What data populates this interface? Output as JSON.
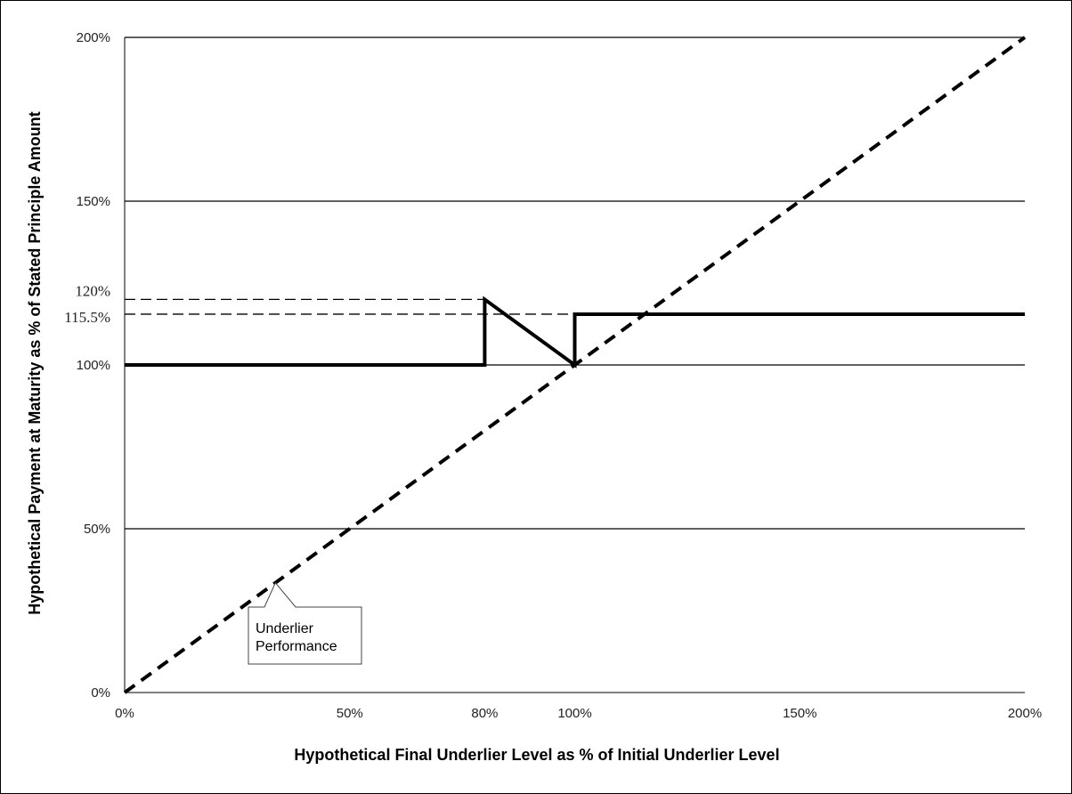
{
  "chart_data": {
    "type": "line",
    "title": "",
    "xlabel": "Hypothetical Final Underlier Level as % of Initial Underlier Level",
    "ylabel": "Hypothetical Payment at Maturity as % of Stated Principle Amount",
    "xlim": [
      0,
      200
    ],
    "ylim": [
      0,
      200
    ],
    "x_ticks": [
      0,
      50,
      80,
      100,
      150,
      200
    ],
    "x_tick_labels": [
      "0%",
      "50%",
      "80%",
      "100%",
      "150%",
      "200%"
    ],
    "y_ticks": [
      0,
      50,
      100,
      150,
      200
    ],
    "y_tick_labels": [
      "0%",
      "50%",
      "100%",
      "150%",
      "200%"
    ],
    "reference_levels": [
      {
        "y": 120,
        "label": "120%",
        "x_end": 80
      },
      {
        "y": 115.5,
        "label": "115.5%",
        "x_end": 100
      }
    ],
    "grid": "horizontal",
    "series": [
      {
        "key": "payoff",
        "style": "solid",
        "color": "#000000",
        "points": [
          [
            0,
            100
          ],
          [
            80,
            100
          ],
          [
            80,
            120
          ],
          [
            100,
            100
          ],
          [
            100,
            115.5
          ],
          [
            200,
            115.5
          ]
        ]
      },
      {
        "key": "underlier",
        "name": "Underlier Performance",
        "style": "dashed",
        "color": "#000000",
        "points": [
          [
            0,
            0
          ],
          [
            200,
            200
          ]
        ]
      }
    ],
    "annotations": [
      {
        "lines": [
          "Underlier",
          "Performance"
        ],
        "target": [
          33.5,
          33.5
        ]
      }
    ]
  }
}
